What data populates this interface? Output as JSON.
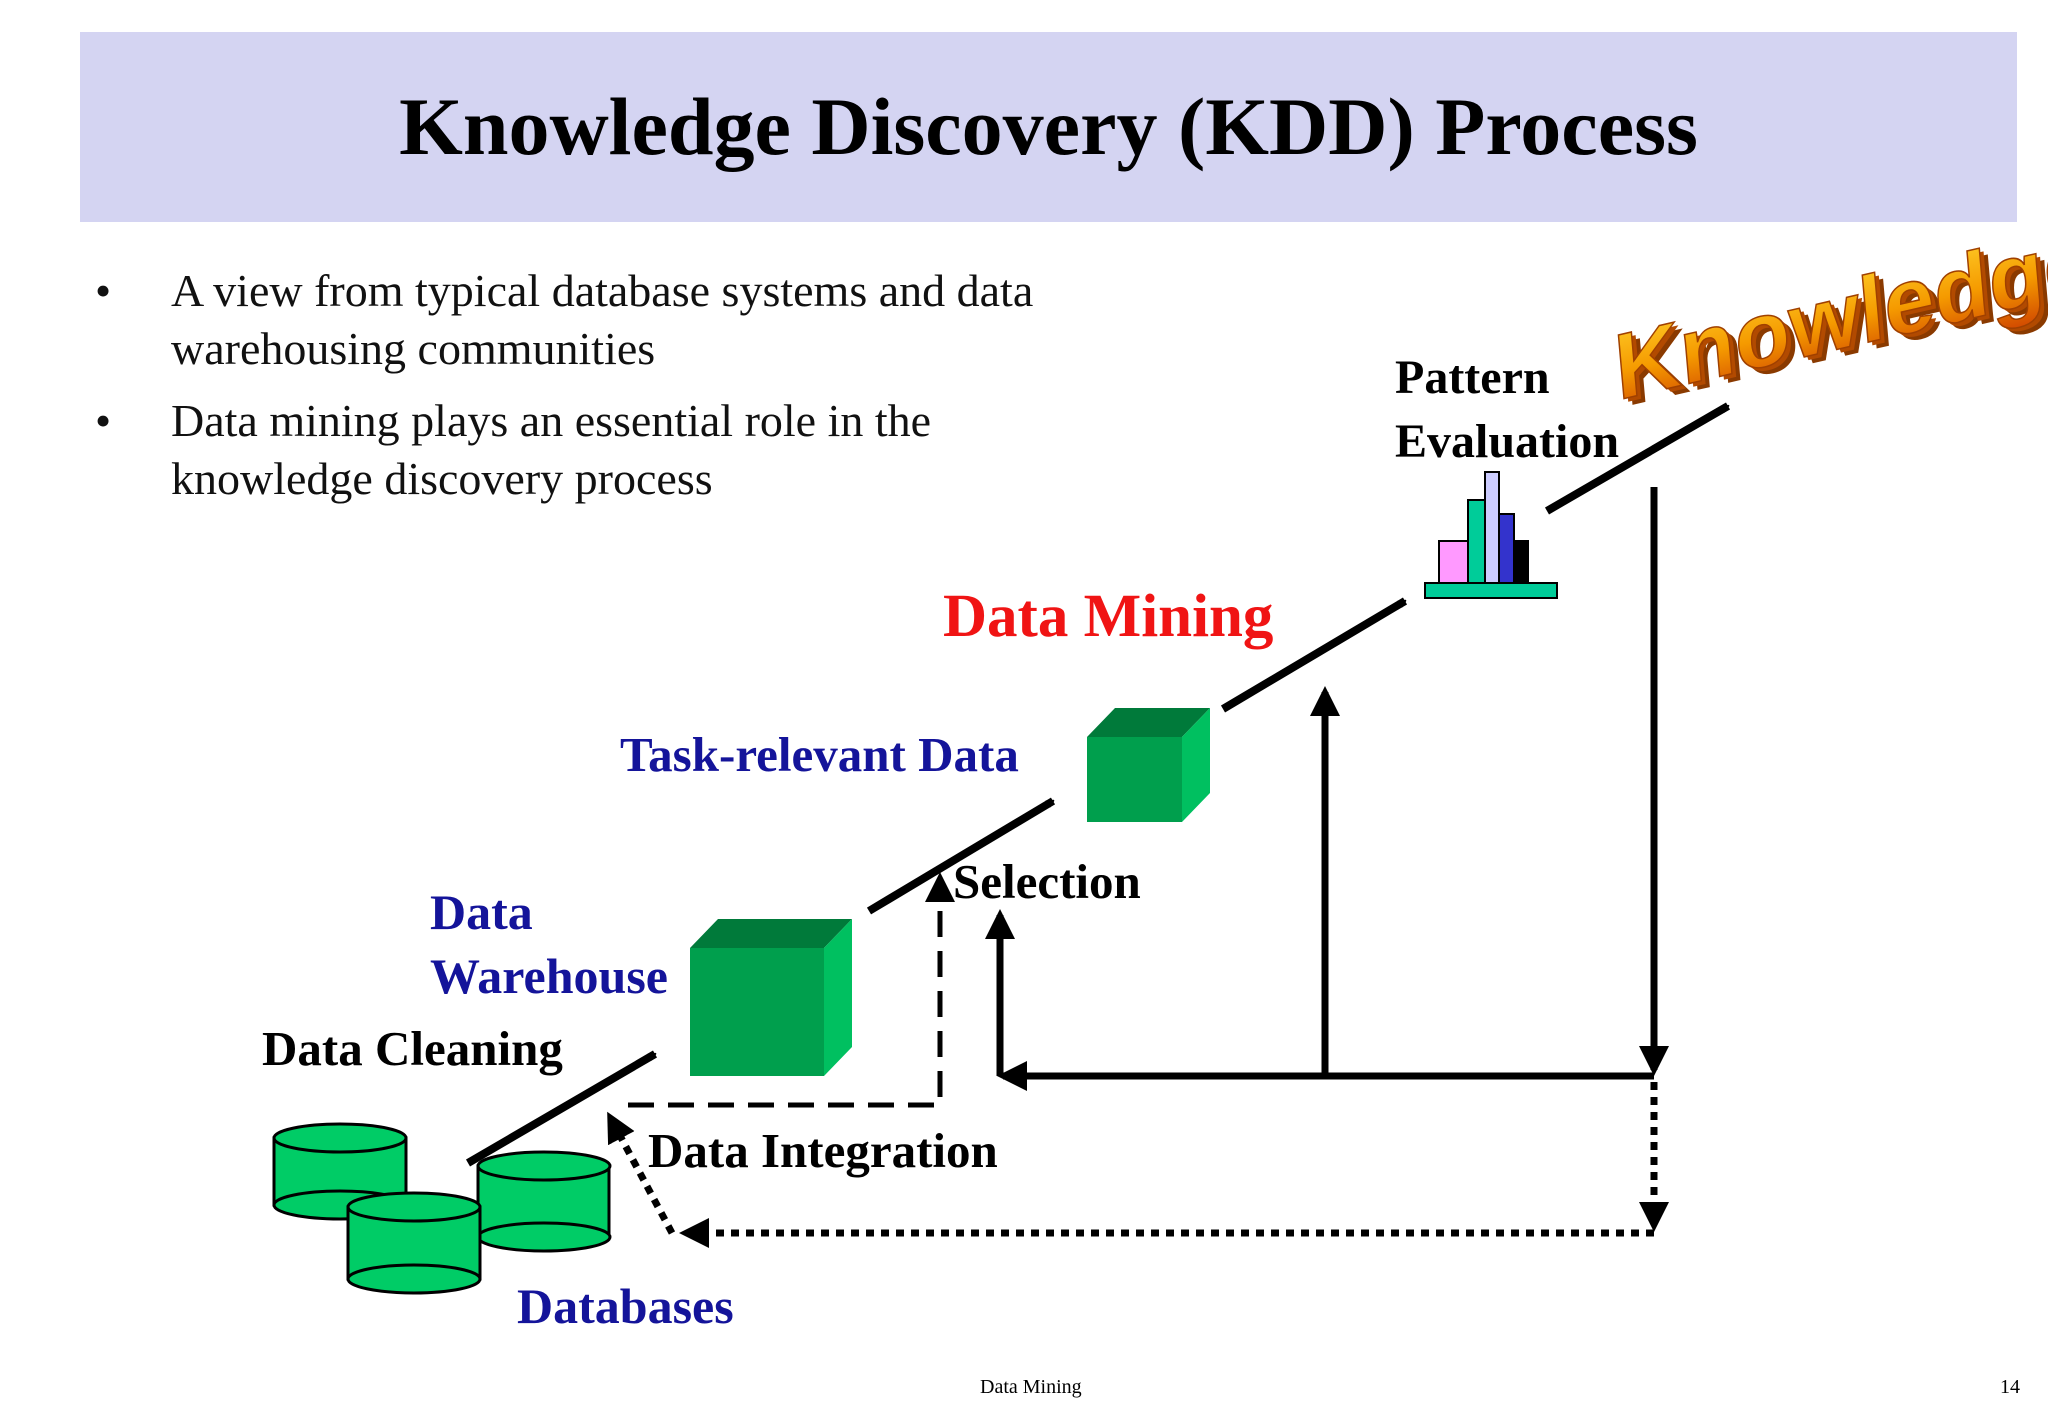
{
  "slide": {
    "title": "Knowledge Discovery (KDD) Process",
    "bullets": [
      "A view from typical database systems and data warehousing communities",
      "Data mining plays an essential role in the knowledge discovery process"
    ]
  },
  "diagram": {
    "labels": {
      "knowledge": "Knowledge",
      "pattern_evaluation": [
        "Pattern",
        "Evaluation"
      ],
      "data_mining": "Data Mining",
      "task_relevant_data": "Task-relevant Data",
      "selection": "Selection",
      "data_warehouse": [
        "Data",
        "Warehouse"
      ],
      "data_cleaning": "Data Cleaning",
      "data_integration": "Data Integration",
      "databases": "Databases"
    },
    "colors": {
      "cube_front": "#009f4d",
      "cube_top": "#007a3a",
      "cube_side": "#00c060",
      "db_cylinder": "#00cc66",
      "bar_pink": "#ff99ff",
      "bar_teal": "#00cc99",
      "bar_lavender": "#ccccff",
      "bar_blue": "#3333cc",
      "bar_black": "#000000",
      "knowledge_text": "#f5a000"
    }
  },
  "footer": {
    "center": "Data Mining",
    "page_number": "14"
  }
}
